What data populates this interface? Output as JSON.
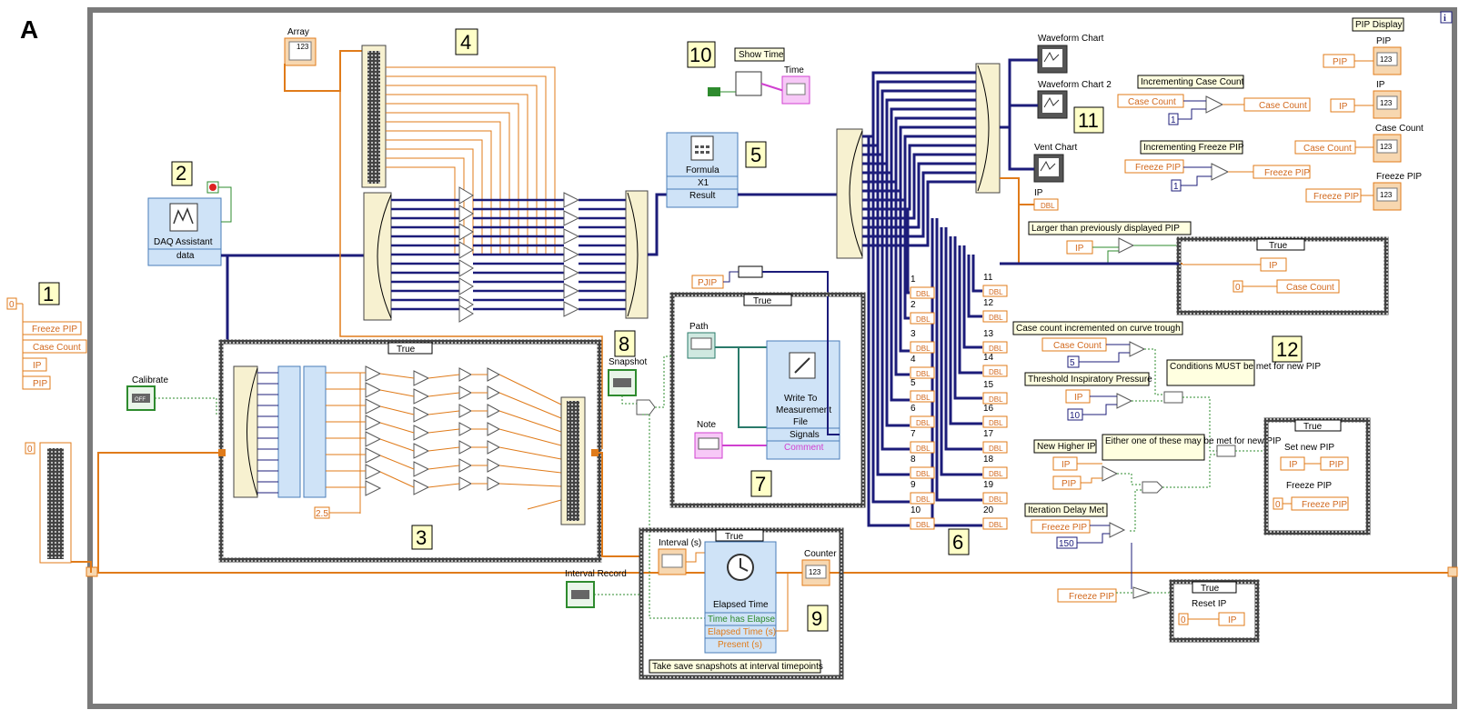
{
  "panel_letter": "A",
  "section_numbers": [
    "1",
    "2",
    "3",
    "4",
    "5",
    "6",
    "7",
    "8",
    "9",
    "10",
    "11",
    "12"
  ],
  "case_true": "True",
  "labels": {
    "array": "Array",
    "daq_assistant": "DAQ Assistant",
    "daq_data": "data",
    "calibrate": "Calibrate",
    "calibrate_const": "2.5",
    "formula": "Formula",
    "formula_in": "X1",
    "formula_out": "Result",
    "show_time": "Show Time",
    "time": "Time",
    "waveform_chart": "Waveform Chart",
    "waveform_chart_2": "Waveform Chart 2",
    "vent_chart": "Vent Chart",
    "ip": "IP",
    "pip_display": "PIP Display",
    "pip": "PIP",
    "case_count": "Case Count",
    "freeze_pip": "Freeze PIP",
    "incrementing_case_count": "Incrementing Case Count",
    "incrementing_freeze_pip": "Incrementing Freeze PIP",
    "larger_than": "Larger than previously displayed PIP",
    "case_count_trough": "Case count incremented on curve trough",
    "threshold": "Threshold Inspiratory Pressure",
    "conditions": "Conditions MUST be met for new PIP",
    "new_higher_ip": "New Higher IP",
    "either_one": "Either one of these may be met for new PIP",
    "iteration_delay": "Iteration Delay Met",
    "set_new_pip": "Set new PIP",
    "reset_ip": "Reset IP",
    "path": "Path",
    "note": "Note",
    "write_to": "Write To Measurement File",
    "signals": "Signals",
    "comment": "Comment",
    "snapshot": "Snapshot",
    "interval_s": "Interval (s)",
    "counter": "Counter",
    "interval_record": "Interval Record",
    "elapsed_time": "Elapsed Time",
    "time_has_elapsed": "Time has Elapse",
    "elapsed_time_s": "Elapsed Time (s)",
    "present_s": "Present (s)",
    "take_save": "Take save snapshots at interval timepoints",
    "off": "OFF",
    "const_0": "0",
    "const_1": "1",
    "const_5": "5",
    "const_10": "10",
    "const_150": "150",
    "dbl": "DBL",
    "i123": "123",
    "pjip": "PJIP"
  },
  "channel_indicators_left": [
    "1",
    "2",
    "3",
    "4",
    "5",
    "6",
    "7",
    "8",
    "9",
    "10"
  ],
  "channel_indicators_right": [
    "11",
    "12",
    "13",
    "14",
    "15",
    "16",
    "17",
    "18",
    "19",
    "20"
  ],
  "colors": {
    "orange_wire": "#e07b1a",
    "blue_wire": "#1c1c7a",
    "green_wire": "#2e8b2e",
    "pink_wire": "#d040d0",
    "border_grey": "#7a7a7a",
    "node_blue": "#cfe3f7"
  }
}
